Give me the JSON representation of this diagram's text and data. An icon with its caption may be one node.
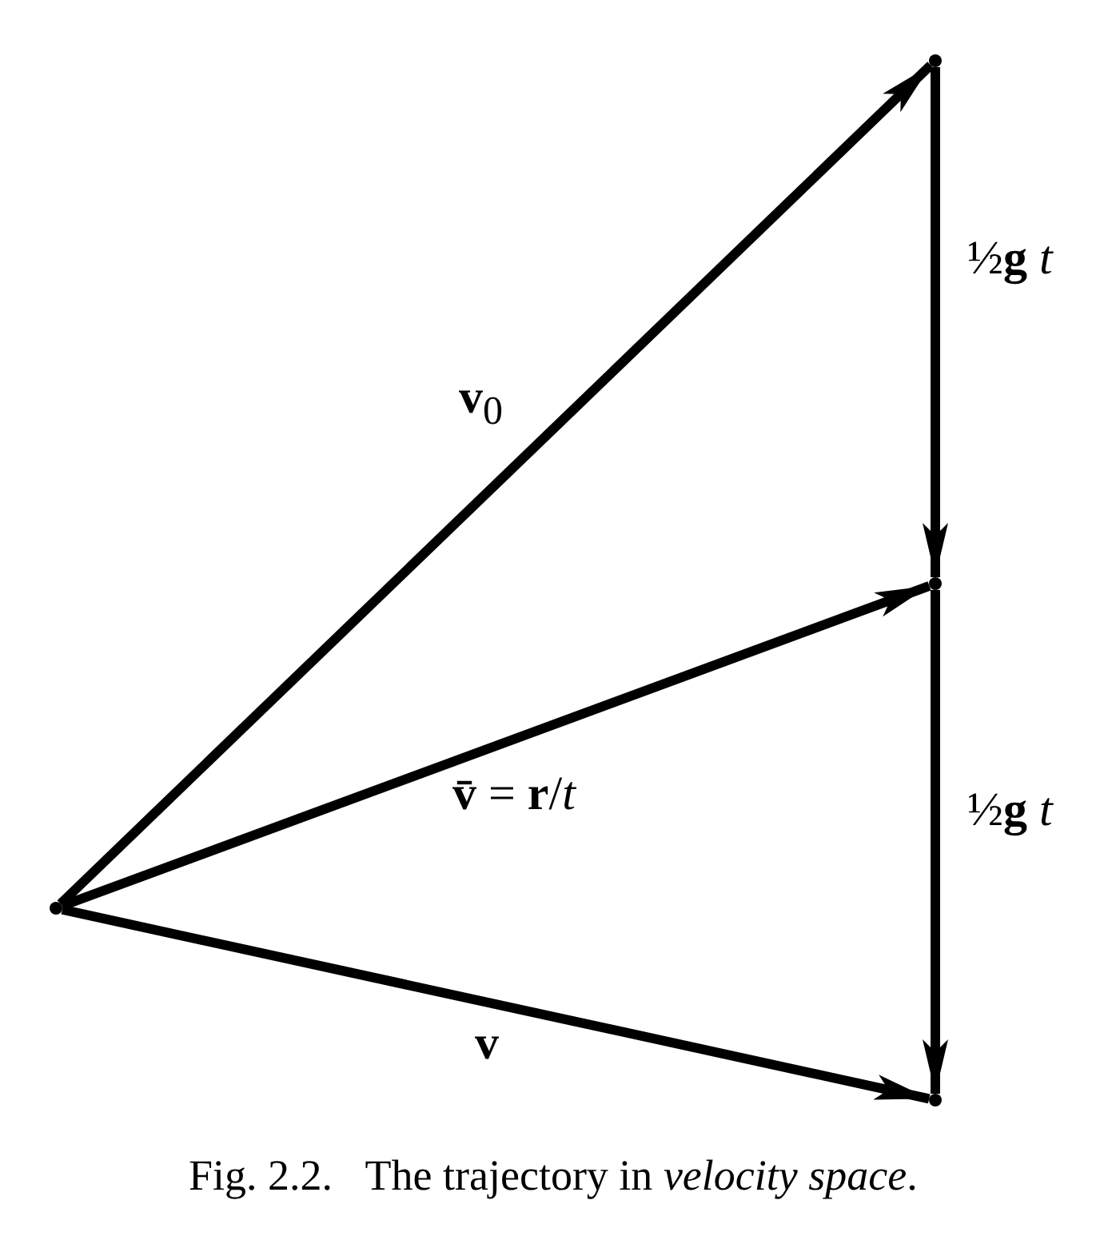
{
  "diagram": {
    "caption": "Fig. 2.2.   The trajectory in *velocity space*.",
    "nodes": [
      {
        "text": [],
        "shape": "point"
      },
      {
        "text": [],
        "shape": "point"
      },
      {
        "text": [],
        "shape": "point"
      },
      {
        "text": [],
        "shape": "point"
      }
    ],
    "edges": [
      {
        "from": 0,
        "to": 1,
        "arrow": "to",
        "label": "**v**$_{0}$"
      },
      {
        "from": 1,
        "to": 2,
        "arrow": "to",
        "label": "½**g** *t*"
      },
      {
        "from": 0,
        "to": 2,
        "arrow": "to",
        "label": "**v̄** = **r**/*t*"
      },
      {
        "from": 2,
        "to": 3,
        "arrow": "to",
        "label": "½**g** *t*"
      },
      {
        "from": 0,
        "to": 3,
        "arrow": "to",
        "label": "**v**"
      }
    ]
  }
}
